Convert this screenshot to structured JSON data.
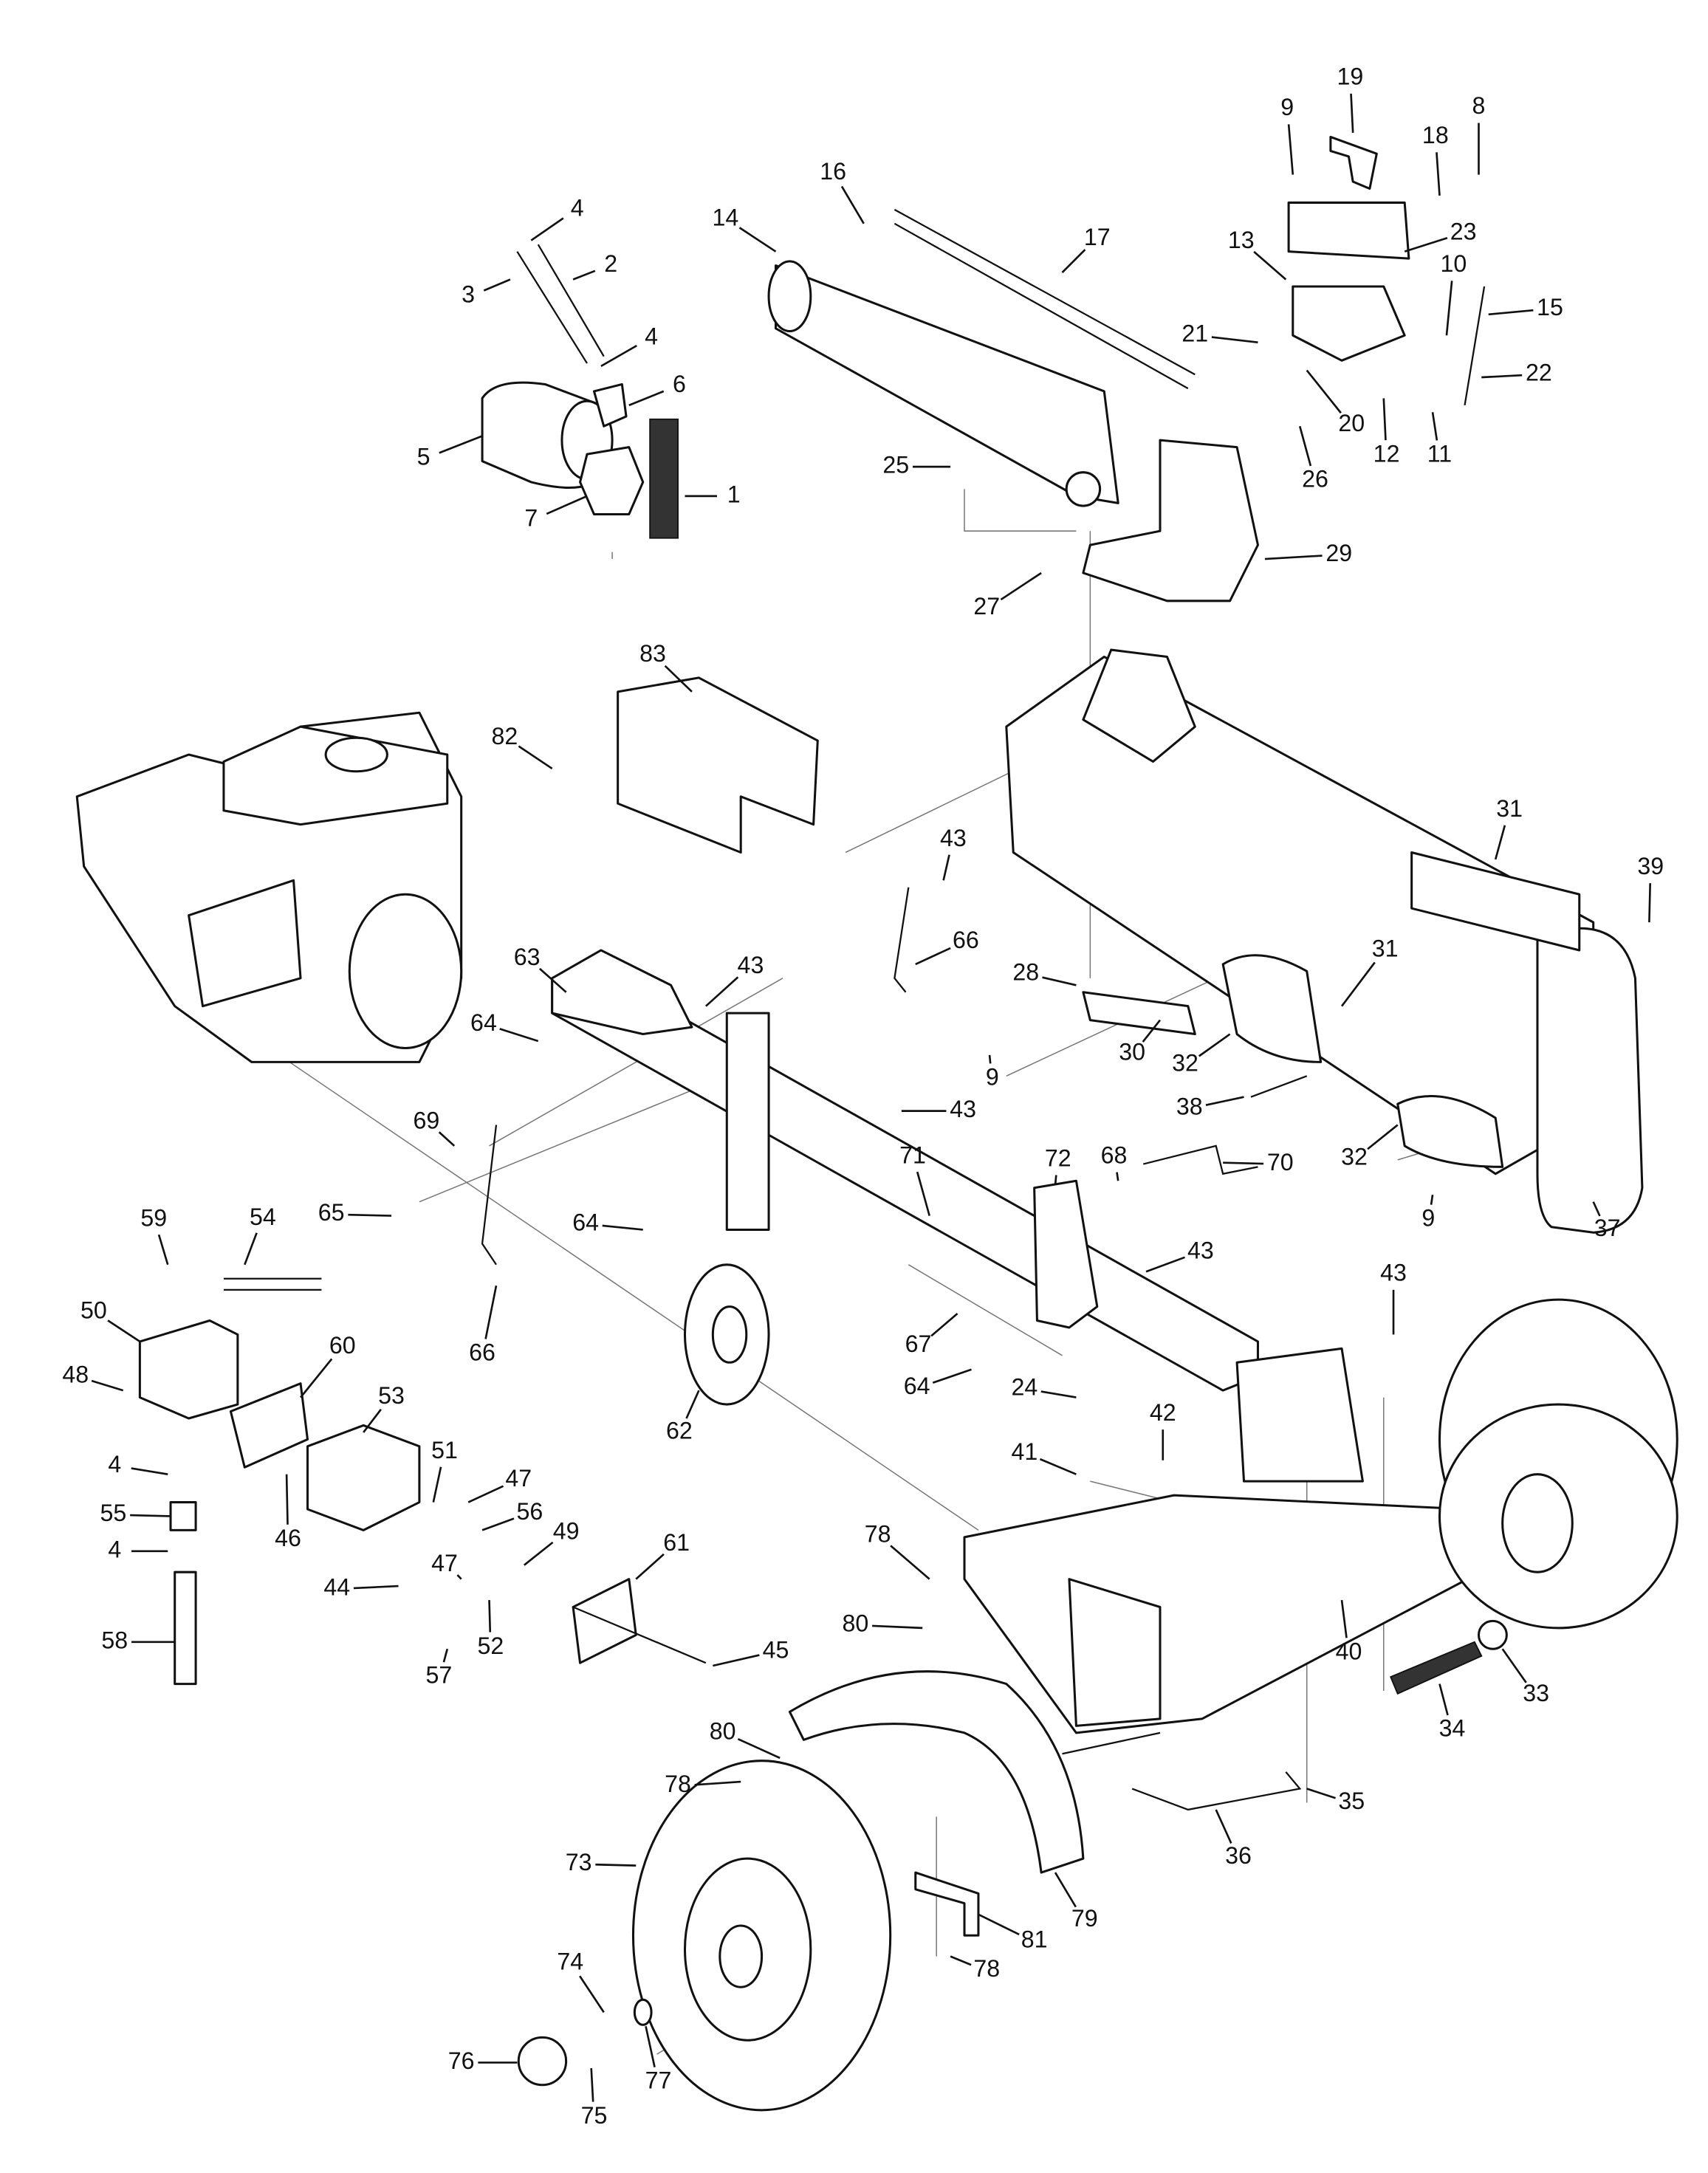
{
  "diagram": {
    "type": "exploded parts diagram",
    "callouts": [
      "4",
      "2",
      "3",
      "4",
      "6",
      "5",
      "7",
      "1",
      "16",
      "14",
      "17",
      "19",
      "9",
      "8",
      "18",
      "13",
      "23",
      "10",
      "15",
      "21",
      "22",
      "20",
      "12",
      "11",
      "26",
      "25",
      "29",
      "27",
      "83",
      "82",
      "31",
      "39",
      "31",
      "43",
      "66",
      "43",
      "63",
      "28",
      "64",
      "30",
      "9",
      "32",
      "38",
      "43",
      "72",
      "68",
      "70",
      "71",
      "69",
      "65",
      "59",
      "54",
      "64",
      "9",
      "32",
      "37",
      "43",
      "43",
      "50",
      "60",
      "66",
      "48",
      "67",
      "62",
      "64",
      "24",
      "53",
      "42",
      "41",
      "51",
      "47",
      "4",
      "56",
      "46",
      "55",
      "49",
      "4",
      "78",
      "61",
      "44",
      "47",
      "80",
      "40",
      "58",
      "52",
      "57",
      "45",
      "33",
      "34",
      "80",
      "78",
      "35",
      "36",
      "73",
      "79",
      "81",
      "78",
      "74",
      "77",
      "76",
      "75"
    ]
  }
}
